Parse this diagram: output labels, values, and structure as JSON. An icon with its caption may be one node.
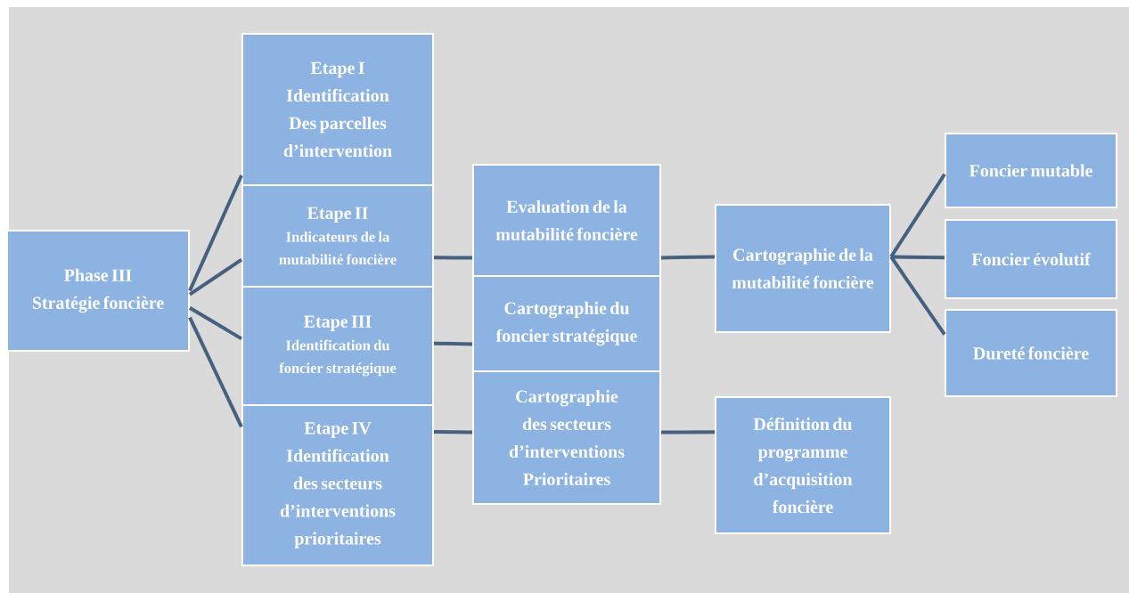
{
  "diagram": {
    "nodes": [
      {
        "text": [
          "Phase III Stratégie foncière"
        ]
      },
      {
        "text": [
          "Etape I",
          "Identification Des parcelles d’intervention"
        ]
      },
      {
        "text": [
          "Etape II",
          "Indicateurs de la mutabilité foncière"
        ]
      },
      {
        "text": [
          "Etape III",
          "Identification du foncier stratégique"
        ]
      },
      {
        "text": [
          "Etape IV",
          "Identification des secteurs d’interventions prioritaires"
        ]
      },
      {
        "text": [
          "Evaluation de la mutabilité foncière"
        ]
      },
      {
        "text": [
          "Cartographie du foncier stratégique"
        ]
      },
      {
        "text": [
          "Cartographie des secteurs d’interventions Prioritaires"
        ]
      },
      {
        "text": [
          "Cartographie de la mutabilité foncière"
        ]
      },
      {
        "text": [
          "Définition du programme d’acquisition foncière"
        ]
      },
      {
        "text": [
          "Foncier mutable"
        ]
      },
      {
        "text": [
          "Foncier évolutif"
        ]
      },
      {
        "text": [
          "Dureté foncière"
        ]
      }
    ],
    "edges": [
      {
        "from": 0,
        "to": 1,
        "arrow": "none"
      },
      {
        "from": 0,
        "to": 2,
        "arrow": "none"
      },
      {
        "from": 0,
        "to": 3,
        "arrow": "none"
      },
      {
        "from": 0,
        "to": 4,
        "arrow": "none"
      },
      {
        "from": 2,
        "to": 5,
        "arrow": "none"
      },
      {
        "from": 3,
        "to": 6,
        "arrow": "none"
      },
      {
        "from": 4,
        "to": 7,
        "arrow": "none"
      },
      {
        "from": 5,
        "to": 8,
        "arrow": "none"
      },
      {
        "from": 7,
        "to": 9,
        "arrow": "none"
      },
      {
        "from": 8,
        "to": 10,
        "arrow": "none"
      },
      {
        "from": 8,
        "to": 11,
        "arrow": "none"
      },
      {
        "from": 8,
        "to": 12,
        "arrow": "none"
      }
    ]
  }
}
